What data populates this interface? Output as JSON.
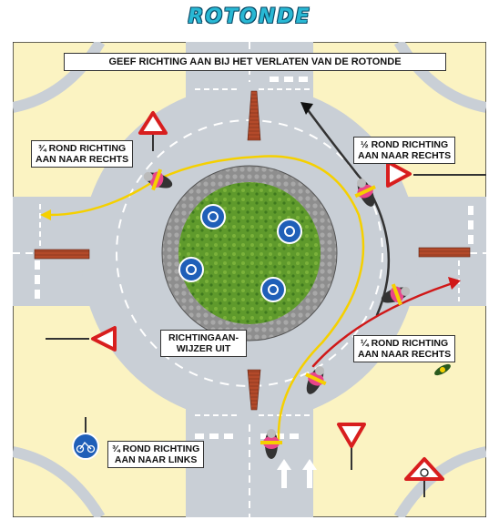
{
  "title": "ROTONDE",
  "top_banner": "GEEF RICHTING AAN BIJ HET VERLATEN VAN DE ROTONDE",
  "labels": {
    "three_quarter_right": [
      "¾ ROND RICHTING",
      "AAN NAAR RECHTS"
    ],
    "half_right": [
      "½ ROND RICHTING",
      "AAN NAAR RECHTS"
    ],
    "quarter_right": [
      "¼ ROND RICHTING",
      "AAN NAAR RECHTS"
    ],
    "three_quarter_left": [
      "¾ ROND RICHTING",
      "AAN NAAR LINKS"
    ],
    "indicator_off": [
      "RICHTINGAAN-",
      "WIJZER UIT"
    ]
  },
  "colors": {
    "road": "#c9cfd6",
    "verge": "#fbf3c2",
    "island_grass": "#5b8f2a",
    "cobble": "#8a8a8a",
    "path_yellow": "#f5d000",
    "path_dark": "#333333",
    "path_red": "#d01818",
    "sign_red": "#d81e1e",
    "sign_blue": "#1f5fb8"
  },
  "icons": [
    "yield-sign-icon",
    "roundabout-sign-icon",
    "bicycle-sign-icon",
    "motorcycle-icon",
    "arrow-icon"
  ]
}
